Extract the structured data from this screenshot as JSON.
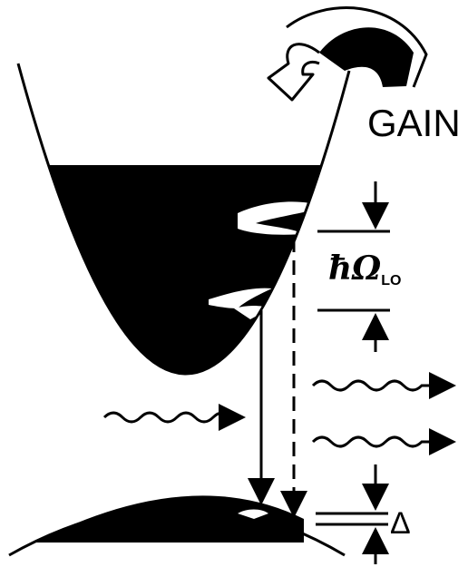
{
  "labels": {
    "gain": "GAIN",
    "hbar_omega_lo": "ħΩ",
    "lo_subscript": "LO",
    "delta": "Δ"
  },
  "colors": {
    "fill": "#000000",
    "background": "#ffffff"
  }
}
